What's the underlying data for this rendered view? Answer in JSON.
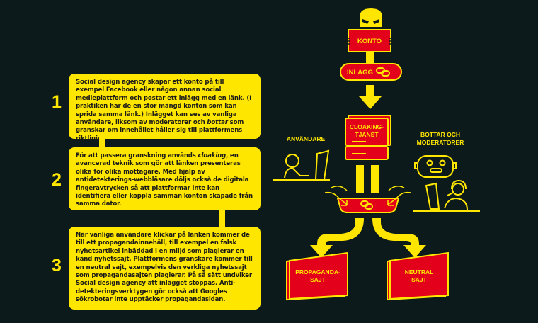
{
  "steps": [
    {
      "number": "1",
      "text_a": "Social design agency skapar ett konto på till exempel Facebook eller någon annan social medieplattform och postar ett inlägg med en länk. (I praktiken har de en stor mängd konton som kan sprida samma länk.) Inlägget kan ses av vanliga användare, liksom av moderatorer och ",
      "em": "bottar",
      "text_b": " som granskar om innehållet håller sig till plattformens riktlinjer."
    },
    {
      "number": "2",
      "text_a": "För att passera granskning används ",
      "em": "cloaking",
      "text_b": ", en avancerad teknik som gör att länken presenteras olika för olika mottagare. Med hjälp av antidetekterings-webbläsare döljs också de digitala fingeravtrycken så att plattformar inte kan identifiera eller koppla samman konton skapade från samma dator."
    },
    {
      "number": "3",
      "text_a": "När vanliga användare klickar på länken kommer de till ett propagandainnehåll, till exempel en falsk nyhetsartikel inbäddad i en miljö som plagierar en känd nyhetssajt. Plattformens granskare kommer till en neutral sajt, exempelvis den verkliga nyhetssajt som propagandasajten plagierar. På så sätt undviker Social design agency att inlägget stoppas. Anti-detekteringsverktygen gör också att Googles sökrobotar inte upptäcker propagandasidan.",
      "em": "",
      "text_b": ""
    }
  ],
  "diagram": {
    "konto": "KONTO",
    "inlagg": "INLÄGG",
    "cloaking_1": "CLOAKING-",
    "cloaking_2": "TJÄNST",
    "users": "ANVÄNDARE",
    "bots_1": "BOTTAR OCH",
    "bots_2": "MODERATORER",
    "propaganda_1": "PROPAGANDA-",
    "propaganda_2": "SAJT",
    "neutral_1": "NEUTRAL",
    "neutral_2": "SAJT"
  },
  "colors": {
    "background": "#0d1a1b",
    "yellow": "#ffe600",
    "red": "#e3001b"
  }
}
